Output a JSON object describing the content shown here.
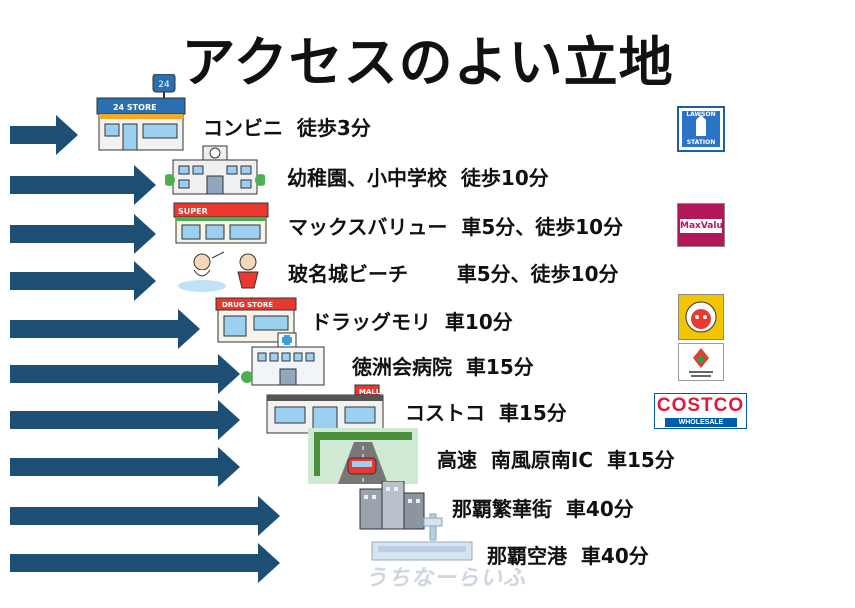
{
  "title": "アクセスのよい立地",
  "rows": [
    {
      "label": "コンビニ  徒歩3分",
      "icon": "convenience-store-icon",
      "store_sign": "24 STORE",
      "badge": "24"
    },
    {
      "label": "幼稚園、小中学校  徒歩10分",
      "icon": "school-icon"
    },
    {
      "label": "マックスバリュー  車5分、徒歩10分",
      "icon": "supermarket-icon",
      "store_sign": "SUPER"
    },
    {
      "label": "玻名城ビーチ       車5分、徒歩10分",
      "icon": "beach-icon"
    },
    {
      "label": "ドラッグモリ  車10分",
      "icon": "drugstore-icon",
      "store_sign": "DRUG STORE"
    },
    {
      "label": "徳洲会病院  車15分",
      "icon": "hospital-icon"
    },
    {
      "label": "コストコ  車15分",
      "icon": "mall-icon",
      "store_sign": "MALL"
    },
    {
      "label": "高速  南風原南IC  車15分",
      "icon": "highway-icon"
    },
    {
      "label": "那覇繁華街  車40分",
      "icon": "city-buildings-icon"
    },
    {
      "label": "那覇空港  車40分",
      "icon": "airport-icon"
    }
  ],
  "logos": {
    "lawson": {
      "text_top": "LAWSON",
      "text_bottom": "STATION",
      "icon": "lawson-logo-icon"
    },
    "maxvalu": {
      "text": "MaxValu",
      "icon": "maxvalu-logo-icon"
    },
    "drugmori": {
      "icon": "drug-mori-logo-icon"
    },
    "tokushukai": {
      "icon": "tokushukai-logo-icon"
    },
    "costco": {
      "text_top": "COSTCO",
      "text_bottom": "WHOLESALE",
      "icon": "costco-logo-icon"
    }
  },
  "watermark": "うちなーらいふ",
  "colors": {
    "arrow": "#1c4f73",
    "text": "#111111",
    "costco_red": "#e31837",
    "costco_blue": "#005daa",
    "maxvalu": "#b3175a",
    "lawson": "#1a5fa8"
  }
}
